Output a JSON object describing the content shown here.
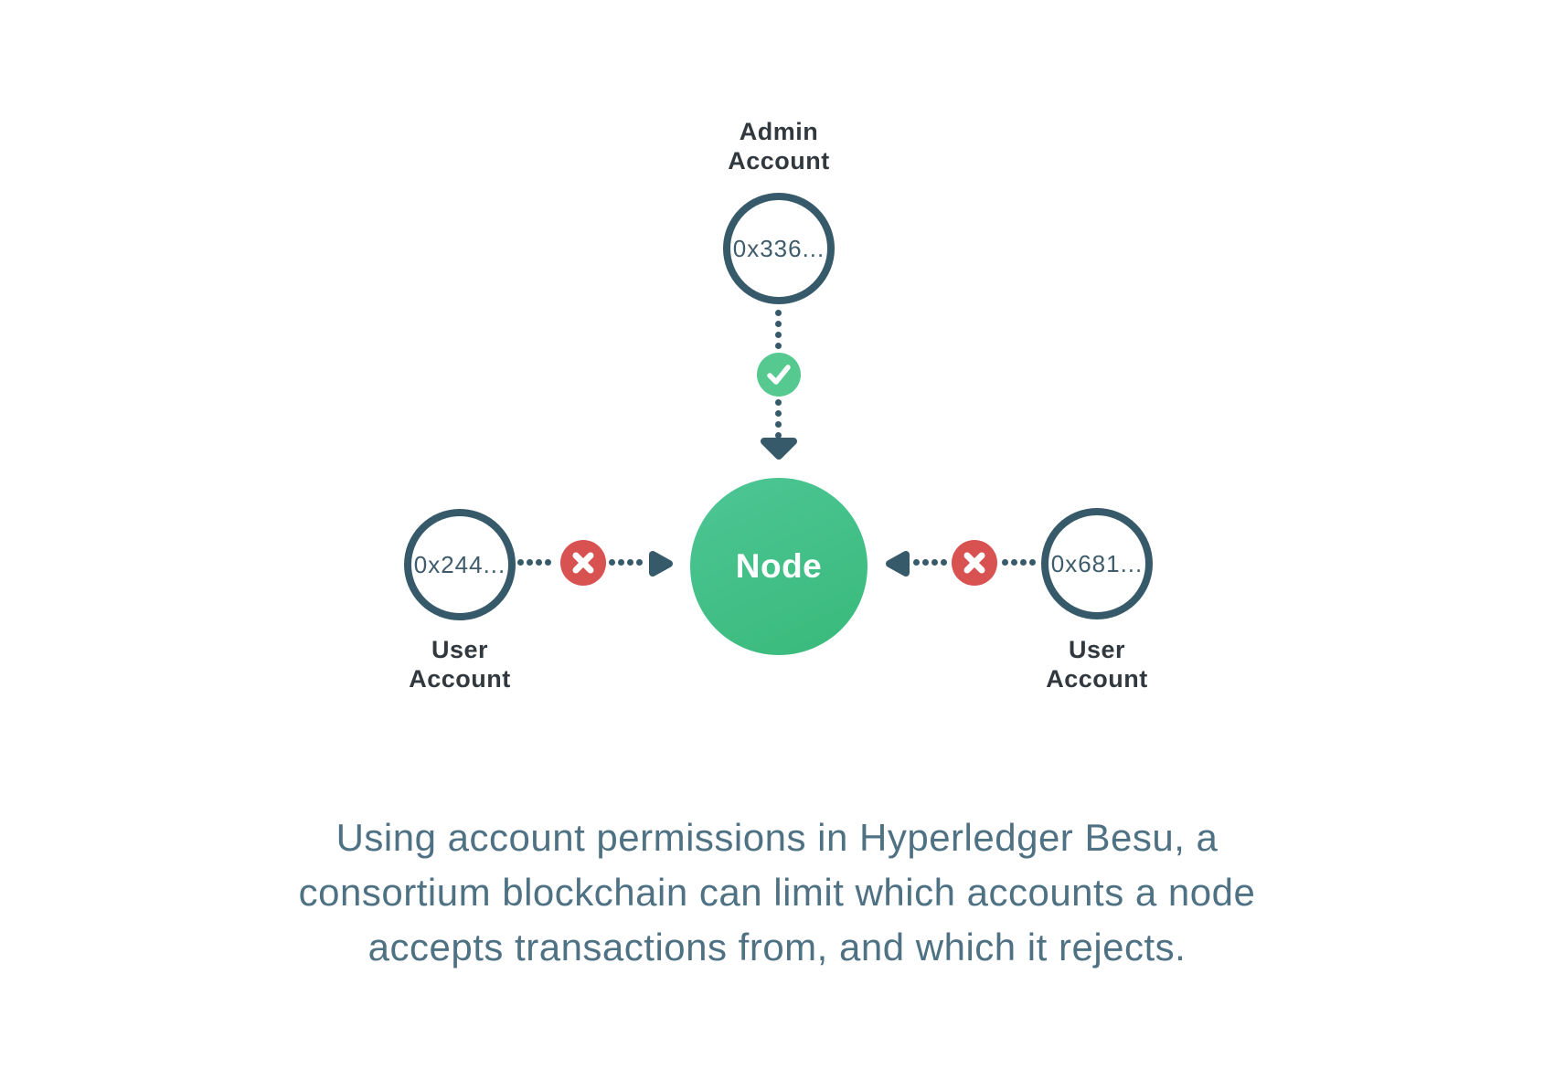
{
  "diagram": {
    "admin_account": {
      "label_line1": "Admin",
      "label_line2": "Account",
      "address": "0x336...",
      "status_icon": "check-icon"
    },
    "node": {
      "label": "Node"
    },
    "user_account_left": {
      "label_line1": "User",
      "label_line2": "Account",
      "address": "0x244...",
      "status_icon": "cross-icon"
    },
    "user_account_right": {
      "label_line1": "User",
      "label_line2": "Account",
      "address": "0x681...",
      "status_icon": "cross-icon"
    },
    "icons": [
      "check-icon",
      "cross-icon",
      "arrow-down-icon",
      "arrow-right-icon",
      "arrow-left-icon"
    ]
  },
  "caption": {
    "lines": [
      "Using account permissions in Hyperledger Besu, a",
      "consortium blockchain can limit which accounts a node",
      "accepts transactions from, and which it rejects."
    ]
  },
  "colors": {
    "background": "#ffffff",
    "slate_stroke": "#375a6a",
    "address_text": "#3e5c6b",
    "label_text": "#31393f",
    "node_green_light": "#4cc593",
    "node_green_dark": "#3aba7c",
    "check_green": "#56c991",
    "cross_red": "#d95252",
    "caption_text": "#4e7183"
  }
}
